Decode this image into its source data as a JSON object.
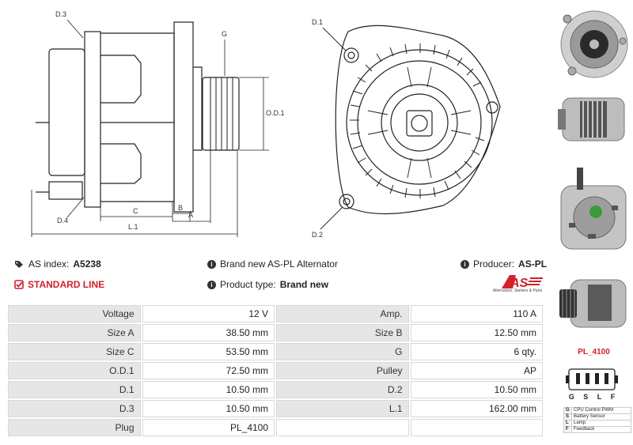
{
  "drawing": {
    "labels": {
      "d3": "D.3",
      "d4": "D.4",
      "g": "G",
      "od1": "O.D.1",
      "b": "B",
      "c": "C",
      "a": "A",
      "l1": "L.1",
      "d1": "D.1",
      "d2": "D.2"
    }
  },
  "info": {
    "as_index_label": "AS index:",
    "as_index_value": "A5238",
    "standard_line": "STANDARD LINE",
    "brand_text": "Brand new AS-PL Alternator",
    "product_type_label": "Product type:",
    "product_type_value": "Brand new",
    "producer_label": "Producer:",
    "producer_value": "AS-PL"
  },
  "logo": {
    "text": "AS",
    "tagline": "Alternators, Starters & Parts",
    "color": "#d4202a"
  },
  "spec_rows": [
    {
      "l1": "Voltage",
      "v1": "12 V",
      "l2": "Amp.",
      "v2": "110 A"
    },
    {
      "l1": "Size A",
      "v1": "38.50 mm",
      "l2": "Size B",
      "v2": "12.50 mm"
    },
    {
      "l1": "Size C",
      "v1": "53.50 mm",
      "l2": "G",
      "v2": "6 qty."
    },
    {
      "l1": "O.D.1",
      "v1": "72.50 mm",
      "l2": "Pulley",
      "v2": "AP"
    },
    {
      "l1": "D.1",
      "v1": "10.50 mm",
      "l2": "D.2",
      "v2": "10.50 mm"
    },
    {
      "l1": "D.3",
      "v1": "10.50 mm",
      "l2": "L.1",
      "v2": "162.00 mm"
    },
    {
      "l1": "Plug",
      "v1": "PL_4100",
      "l2": "",
      "v2": ""
    }
  ],
  "plug": {
    "code": "PL_4100",
    "pins": [
      "G",
      "S",
      "L",
      "F"
    ],
    "legend": [
      {
        "k": "G",
        "v": "CPU Control PWM"
      },
      {
        "k": "S",
        "v": "Battery Sensor"
      },
      {
        "k": "L",
        "v": "Lamp"
      },
      {
        "k": "F",
        "v": "Feedback"
      }
    ]
  },
  "colors": {
    "accent": "#d4202a",
    "label_bg": "#e6e6e6"
  }
}
